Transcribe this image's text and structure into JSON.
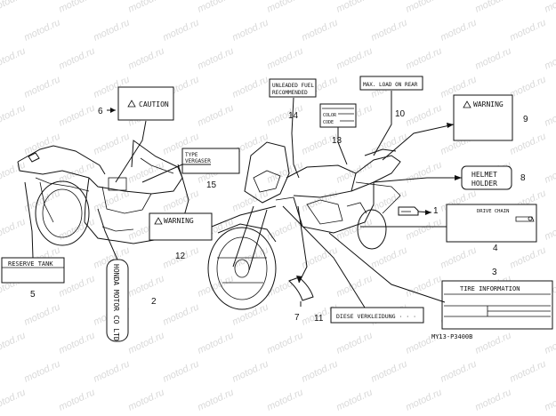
{
  "watermark_text": "motod.ru",
  "diagram_code": "MY13-P3400B",
  "callouts": [
    {
      "num": "1",
      "text": ""
    },
    {
      "num": "2",
      "text": "HONDA MOTOR CO LTD"
    },
    {
      "num": "3",
      "text": "TIRE   INFORMATION"
    },
    {
      "num": "4",
      "text": "DRIVE CHAIN"
    },
    {
      "num": "5",
      "text": "RESERVE TANK"
    },
    {
      "num": "6",
      "text": "CAUTION"
    },
    {
      "num": "7",
      "text": ""
    },
    {
      "num": "8",
      "text": "HELMET HOLDER"
    },
    {
      "num": "9",
      "text": "WARNING"
    },
    {
      "num": "10",
      "text": "MAX. LOAD ON REAR"
    },
    {
      "num": "11",
      "text": "DIESE VERKLEIDUNG · · ·"
    },
    {
      "num": "12",
      "text": "WARNING"
    },
    {
      "num": "13",
      "text": "COLOR CODE"
    },
    {
      "num": "14",
      "text": "UNLEADED FUEL RECOMMENDED"
    },
    {
      "num": "15",
      "text": "TYPE VERGASER"
    }
  ],
  "labels": {
    "caution": "CAUTION",
    "warning_top": "WARNING",
    "warning_mid": "WARNING",
    "unleaded_line1": "UNLEADED FUEL",
    "unleaded_line2": "RECOMMENDED",
    "max_load": "MAX. LOAD ON REAR",
    "color": "COLOR",
    "code": "CODE",
    "type": "TYPE",
    "vergaser": "VERGASER",
    "helmet": "HELMET",
    "holder": "HOLDER",
    "drive_chain": "DRIVE CHAIN",
    "reserve_tank": "RESERVE TANK",
    "honda": "HONDA MOTOR CO LTD",
    "tire_information": "TIRE   INFORMATION",
    "diese": "DIESE VERKLEIDUNG · · ·"
  }
}
